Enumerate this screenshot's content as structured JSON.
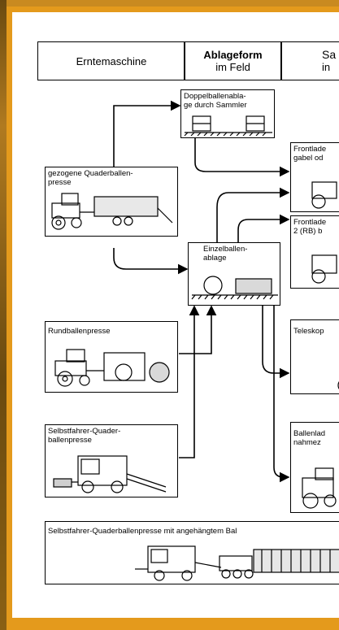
{
  "header": {
    "col1": "Erntemaschine",
    "col2_line1": "Ablageform",
    "col2_line2": "im Feld",
    "col3_line1": "Sa",
    "col3_line2": "in"
  },
  "machines": {
    "quader": "gezogene Quaderballen-\npresse",
    "rund": "Rundballenpresse",
    "selbst": "Selbstfahrer-Quader-\nballenpresse",
    "selbst_full": "Selbstfahrer-Quaderballenpresse mit angehängtem Bal"
  },
  "deposit": {
    "doppel": "Doppelballenabla-\nge durch Sammler",
    "einzel": "Einzelballen-\nablage"
  },
  "collection": {
    "c1": "Frontlade\ngabel od",
    "c2": "Frontlade\n2 (RB) b",
    "c3": "Teleskop",
    "c4": "Ballenlad\nnahmez"
  }
}
